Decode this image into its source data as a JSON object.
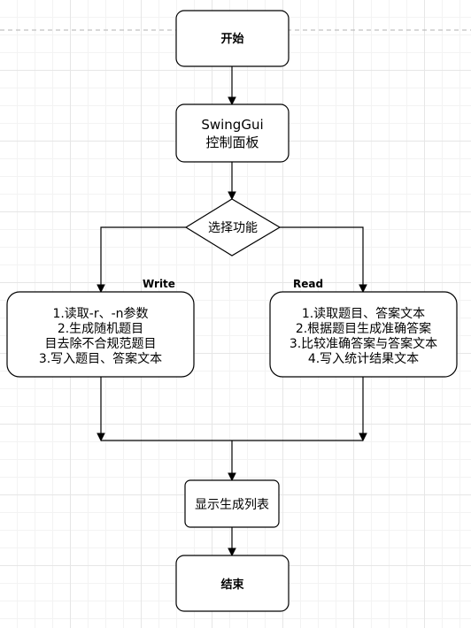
{
  "nodes": {
    "start": "开始",
    "swing_line1": "SwingGui",
    "swing_line2": "控制面板",
    "decision": "选择功能",
    "write_lines": [
      "1.读取-r、-n参数",
      "2.生成随机题目",
      "目去除不合规范题目",
      "3.写入题目、答案文本"
    ],
    "read_lines": [
      "1.读取题目、答案文本",
      "2.根据题目生成准确答案",
      "3.比较准确答案与答案文本",
      "4.写入统计结果文本"
    ],
    "display": "显示生成列表",
    "end": "结束"
  },
  "labels": {
    "write": "Write",
    "read": "Read"
  }
}
